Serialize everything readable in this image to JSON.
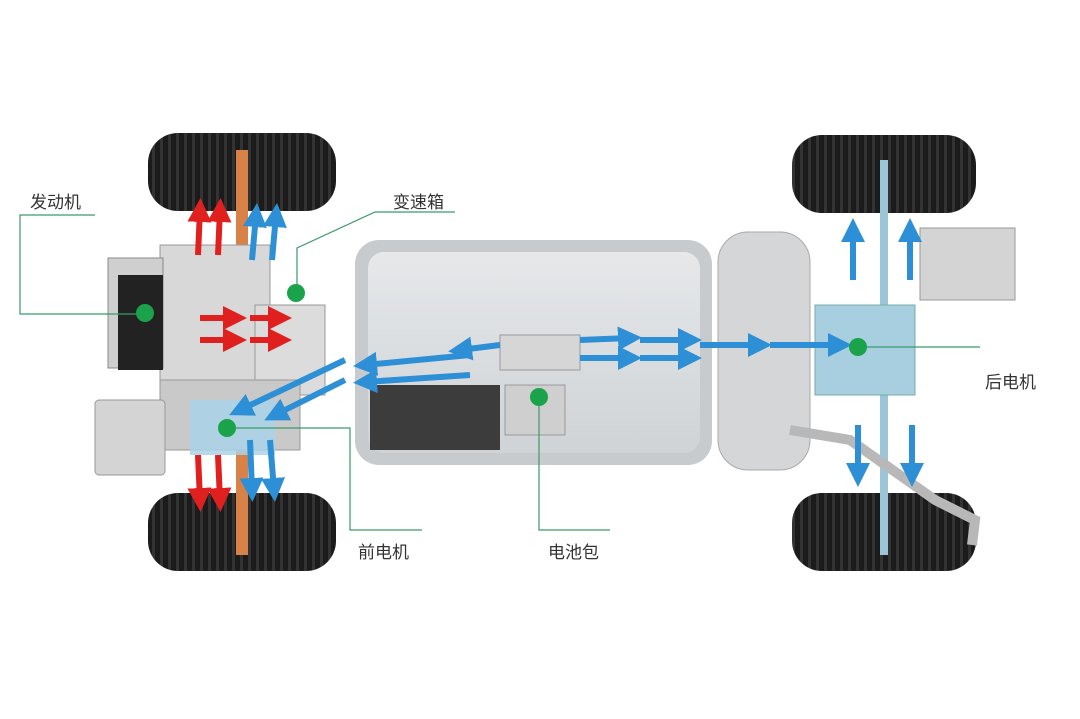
{
  "labels": {
    "engine": "发动机",
    "gearbox": "变速箱",
    "front_motor": "前电机",
    "battery": "电池包",
    "rear_motor": "后电机"
  },
  "colors": {
    "marker": "#1aa34a",
    "leader_line": "#3a9a6a",
    "heat_arrow": "#e0201e",
    "cool_arrow": "#2d8fd5",
    "tire": "#1a1a1a",
    "axle": "#d98248"
  }
}
